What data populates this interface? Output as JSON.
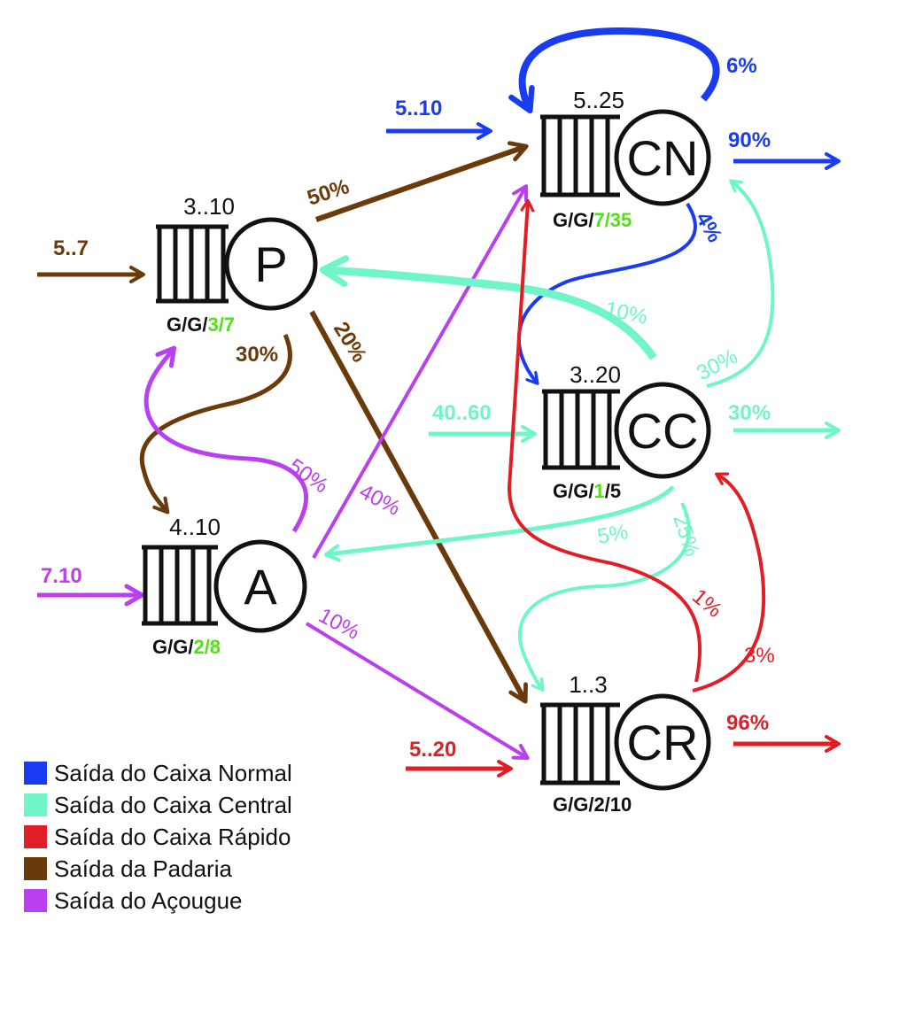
{
  "colors": {
    "normal": "#1a3cf0",
    "central": "#6ff5c8",
    "rapido": "#e11d25",
    "padaria": "#6b3a0a",
    "acougue": "#b93ff0",
    "capacity": "#52e01a",
    "black": "#111111"
  },
  "queues": {
    "P": {
      "letter": "P",
      "range": "3..10",
      "k1": "G/G/",
      "k2": "3/7",
      "k2_color": "capacity"
    },
    "A": {
      "letter": "A",
      "range": "4..10",
      "k1": "G/G/",
      "k2": "2/8",
      "k2_color": "capacity"
    },
    "CN": {
      "letter": "CN",
      "range": "5..25",
      "k1": "G/G/",
      "k2": "7/35",
      "k2_color": "capacity"
    },
    "CC": {
      "letter": "CC",
      "range": "3..20",
      "k1": "G/G/",
      "k2a": "1",
      "k2b": "/5"
    },
    "CR": {
      "letter": "CR",
      "range": "1..3",
      "k1": "G/G/2/10"
    }
  },
  "arrivals": {
    "P": "5..7",
    "A": "7.10",
    "CN": "5..10",
    "CC": "40..60",
    "CR": "5..20"
  },
  "routes": {
    "CN_loop": "6%",
    "CN_exit": "90%",
    "CN_to_CC": "4%",
    "P_to_CN": "50%",
    "P_to_CR": "20%",
    "P_to_A": "30%",
    "A_to_P": "50%",
    "A_to_CN": "40%",
    "A_to_CR": "10%",
    "CC_to_P": "10%",
    "CC_to_CN": "30%",
    "CC_exit": "30%",
    "CC_to_A": "5%",
    "CC_to_CR": "25%",
    "CR_exit": "96%",
    "CR_to_CN": "1%",
    "CR_to_CC": "3%"
  },
  "legend": [
    {
      "label": "Saída do Caixa Normal",
      "color": "#1a3cf0"
    },
    {
      "label": "Saída do Caixa Central",
      "color": "#6ff5c8"
    },
    {
      "label": "Saída do Caixa Rápido",
      "color": "#e11d25"
    },
    {
      "label": "Saída da Padaria",
      "color": "#6b3a0a"
    },
    {
      "label": "Saída do Açougue",
      "color": "#b93ff0"
    }
  ]
}
